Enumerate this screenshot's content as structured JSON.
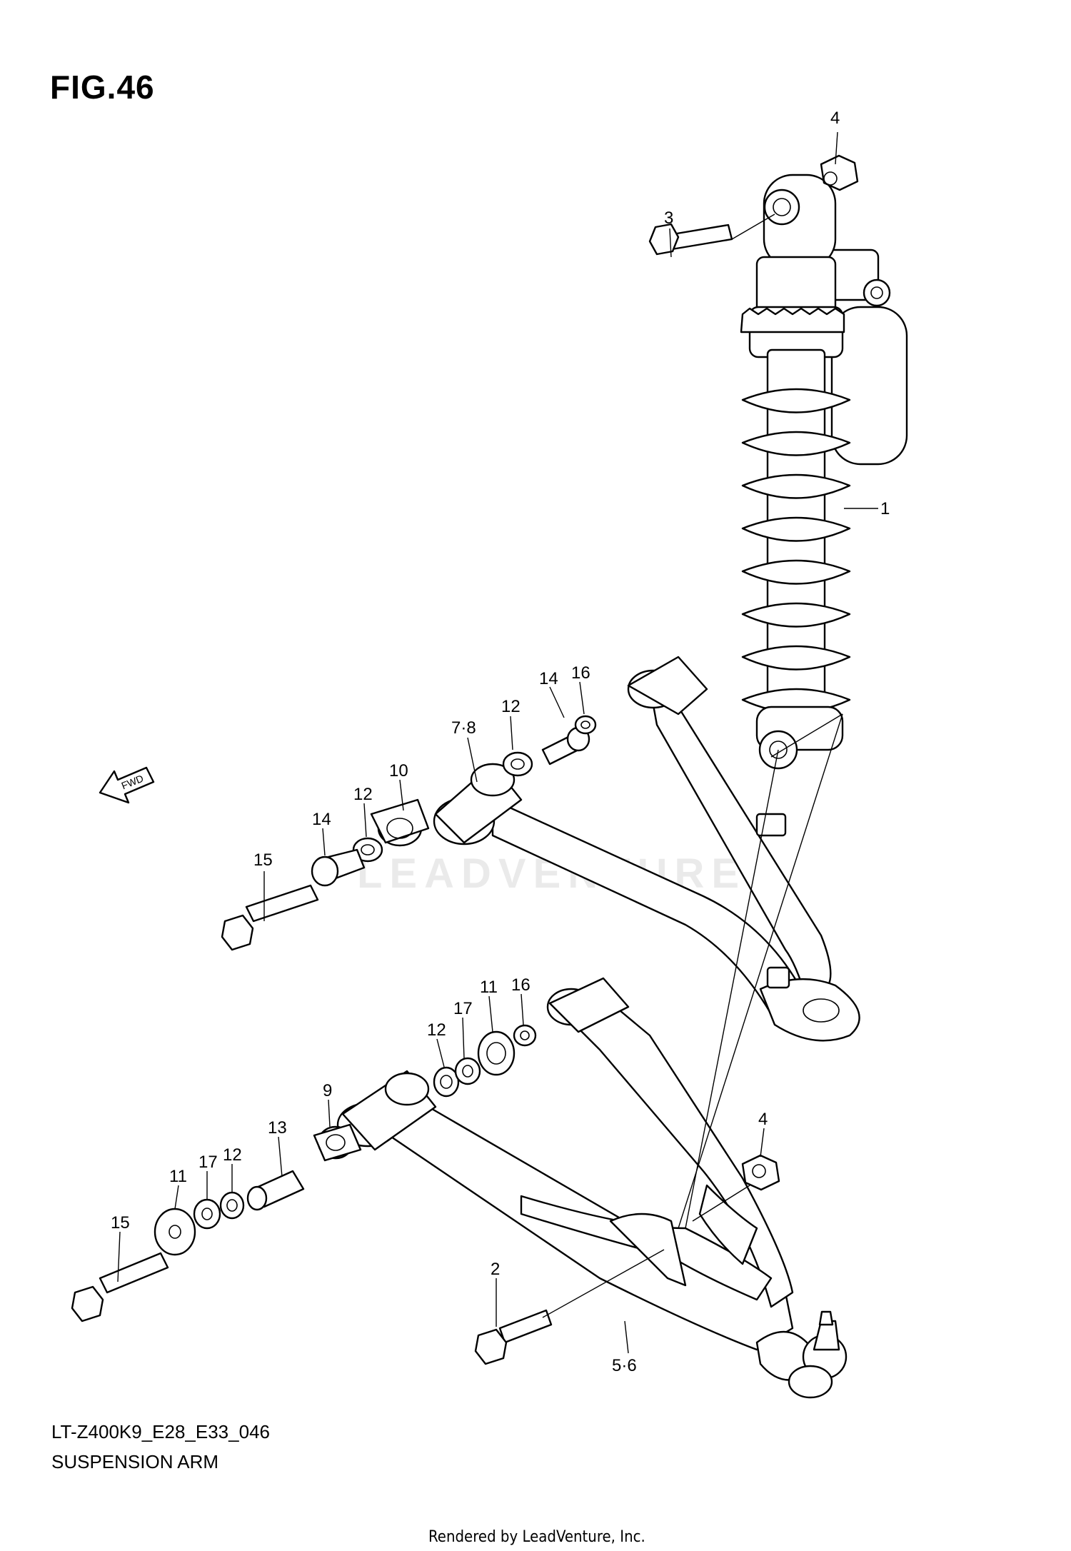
{
  "figure": {
    "title": "FIG.46",
    "model_code": "LT-Z400K9_E28_E33_046",
    "section_title": "SUSPENSION ARM",
    "footer": "Rendered by LeadVenture, Inc.",
    "watermark": "LEADVENTURE",
    "fwd_label": "FWD"
  },
  "callouts": [
    {
      "id": "c4a",
      "label": "4"
    },
    {
      "id": "c3",
      "label": "3"
    },
    {
      "id": "c1",
      "label": "1"
    },
    {
      "id": "c14a",
      "label": "14"
    },
    {
      "id": "c16a",
      "label": "16"
    },
    {
      "id": "c12a",
      "label": "12"
    },
    {
      "id": "c78",
      "label": "7·8"
    },
    {
      "id": "c10",
      "label": "10"
    },
    {
      "id": "c12b",
      "label": "12"
    },
    {
      "id": "c14b",
      "label": "14"
    },
    {
      "id": "c15a",
      "label": "15"
    },
    {
      "id": "c11a",
      "label": "11"
    },
    {
      "id": "c16b",
      "label": "16"
    },
    {
      "id": "c17a",
      "label": "17"
    },
    {
      "id": "c12c",
      "label": "12"
    },
    {
      "id": "c9",
      "label": "9"
    },
    {
      "id": "c13",
      "label": "13"
    },
    {
      "id": "c12d",
      "label": "12"
    },
    {
      "id": "c17b",
      "label": "17"
    },
    {
      "id": "c11b",
      "label": "11"
    },
    {
      "id": "c15b",
      "label": "15"
    },
    {
      "id": "c4b",
      "label": "4"
    },
    {
      "id": "c2",
      "label": "2"
    },
    {
      "id": "c56",
      "label": "5·6"
    }
  ]
}
